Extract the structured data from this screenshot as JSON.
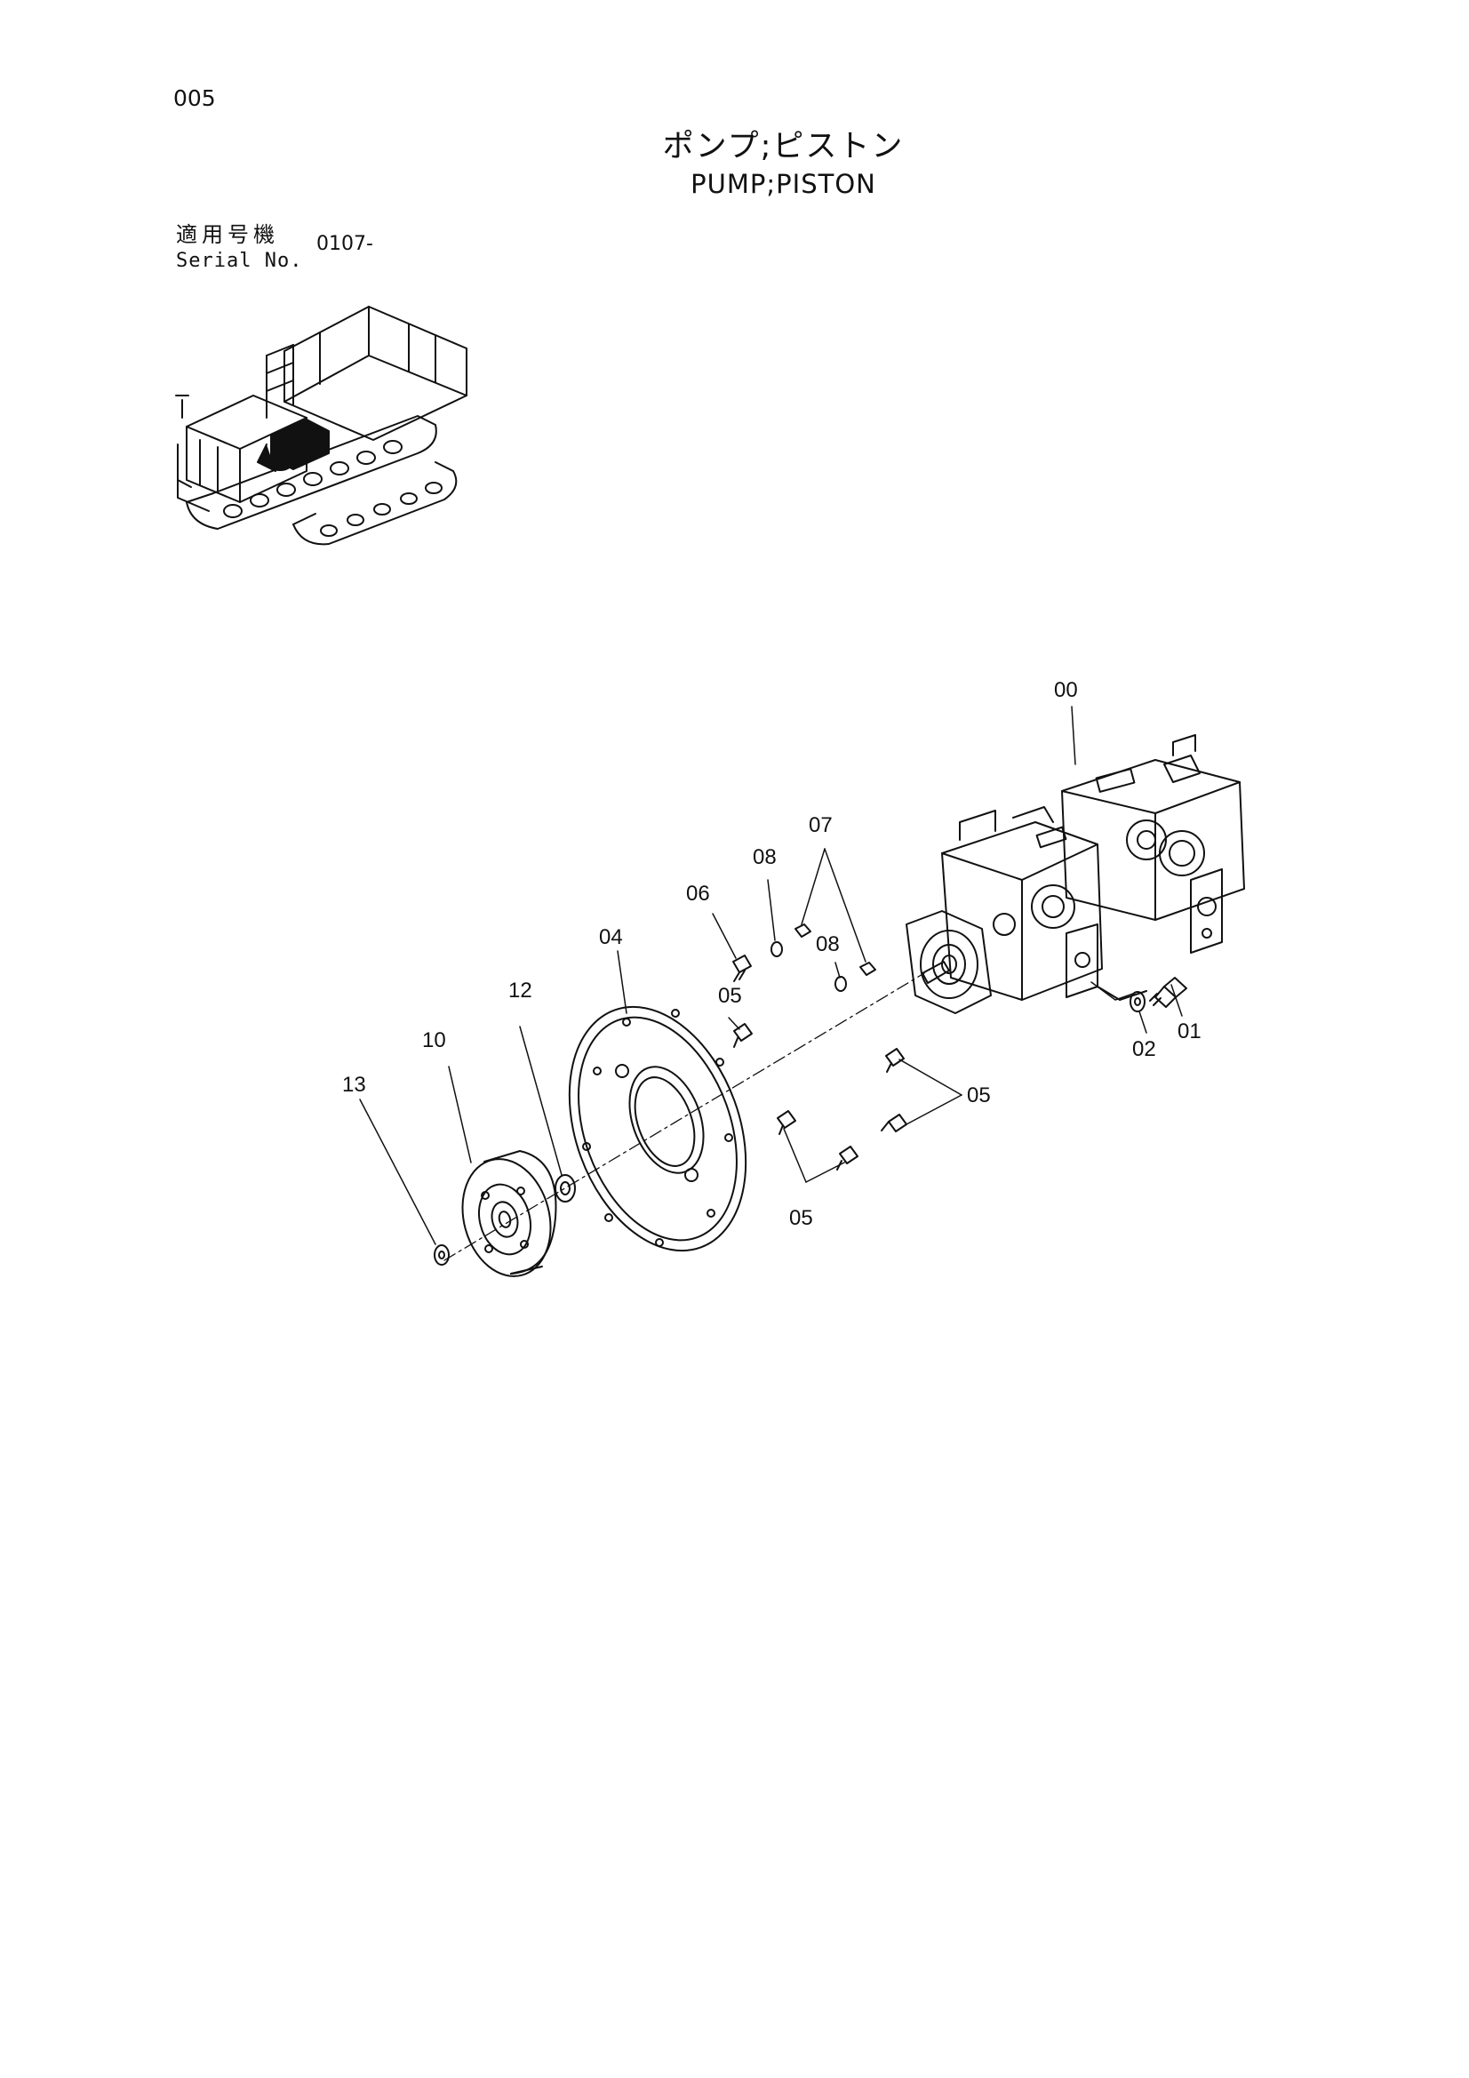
{
  "page": {
    "number": "005"
  },
  "title": {
    "japanese": "ポンプ;ピストン",
    "english": "PUMP;PISTON"
  },
  "serial": {
    "label_ja": "適用号機",
    "label_en": "Serial No.",
    "value": "0107-"
  },
  "callouts": {
    "c00": "00",
    "c01": "01",
    "c02": "02",
    "c04": "04",
    "c05a": "05",
    "c05b": "05",
    "c05c": "05",
    "c06": "06",
    "c07": "07",
    "c08a": "08",
    "c08b": "08",
    "c10": "10",
    "c12": "12",
    "c13": "13"
  }
}
